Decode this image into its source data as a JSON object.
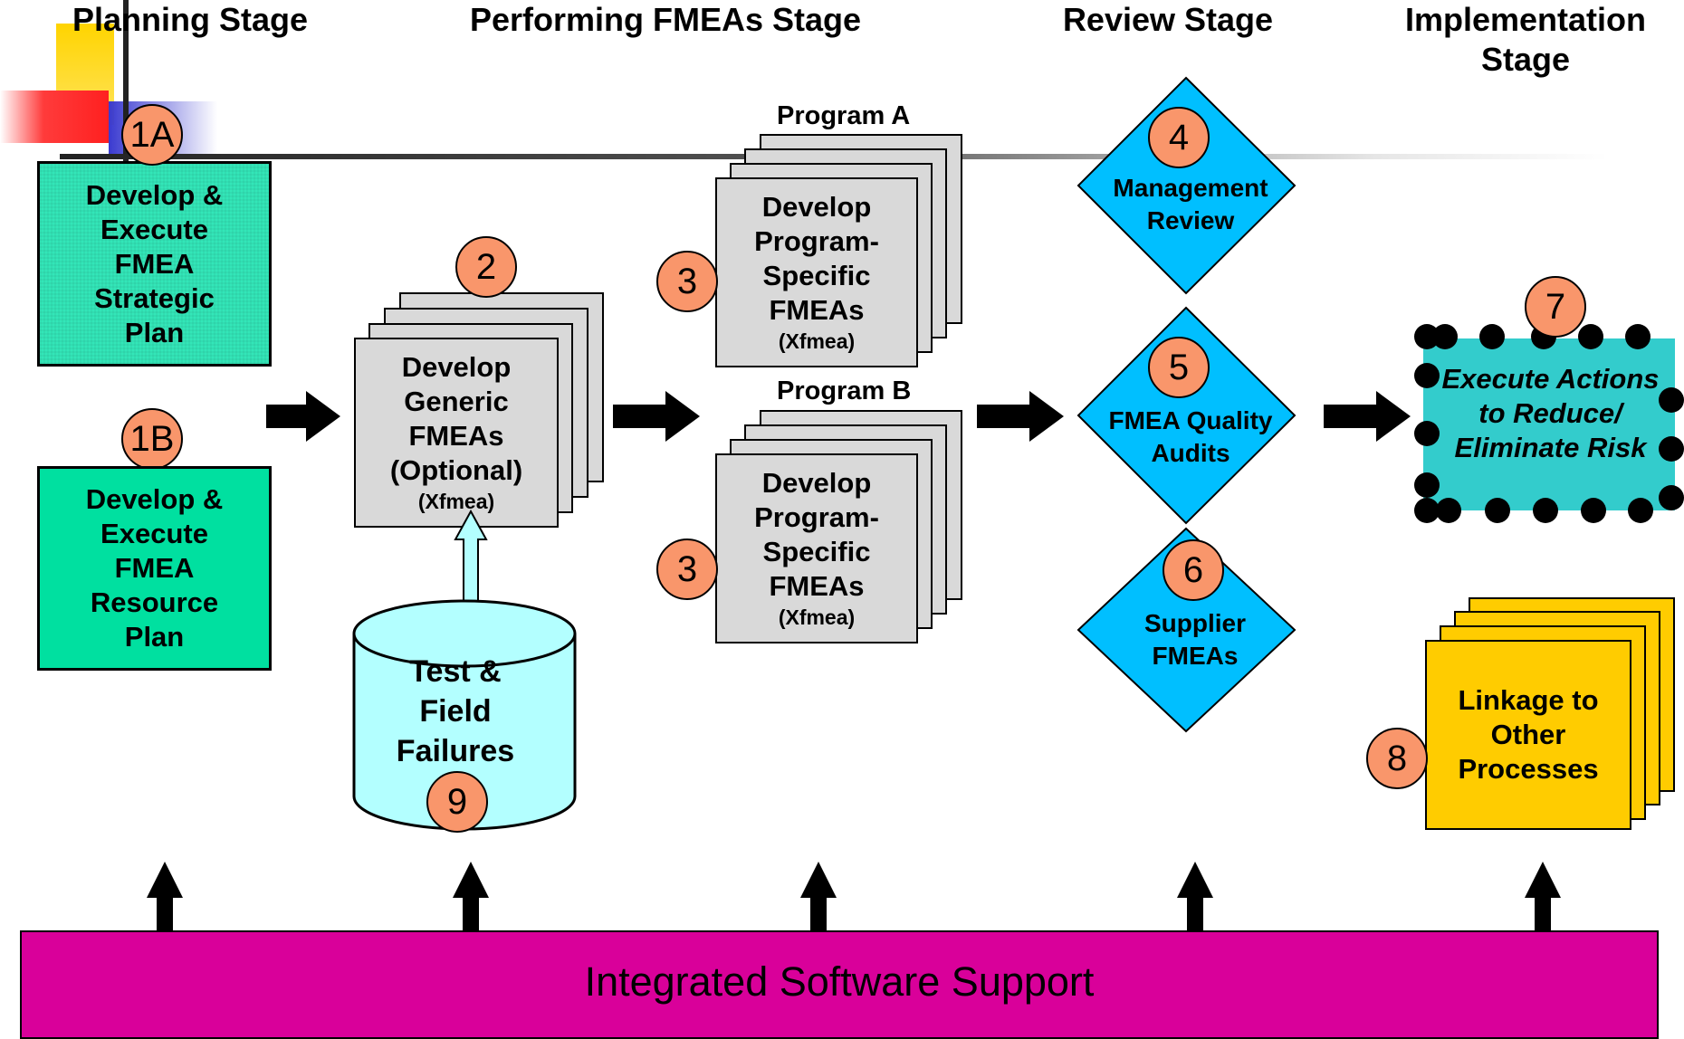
{
  "stages": {
    "planning": "Planning Stage",
    "performing": "Performing FMEAs Stage",
    "review": "Review Stage",
    "implementation": "Implementation Stage"
  },
  "steps": {
    "s1a": {
      "num": "1A",
      "text": "Develop & Execute FMEA Strategic Plan"
    },
    "s1b": {
      "num": "1B",
      "text": "Develop & Execute FMEA Resource Plan"
    },
    "s2": {
      "num": "2",
      "text": "Develop Generic FMEAs (Optional)",
      "tool": "(Xfmea)"
    },
    "s3a": {
      "num": "3",
      "label": "Program A",
      "text": "Develop Program-Specific FMEAs",
      "tool": "(Xfmea)"
    },
    "s3b": {
      "num": "3",
      "label": "Program B",
      "text": "Develop Program-Specific FMEAs",
      "tool": "(Xfmea)"
    },
    "s4": {
      "num": "4",
      "text": "Management Review"
    },
    "s5": {
      "num": "5",
      "text": "FMEA Quality Audits"
    },
    "s6": {
      "num": "6",
      "text": "Supplier FMEAs"
    },
    "s7": {
      "num": "7",
      "text": "Execute Actions to Reduce/ Eliminate Risk"
    },
    "s8": {
      "num": "8",
      "text": "Linkage to Other Processes"
    },
    "s9": {
      "num": "9",
      "text": "Test & Field Failures"
    }
  },
  "bottom_bar": "Integrated Software Support",
  "colors": {
    "strategic": "#33e6b8",
    "resource": "#00e0a0",
    "generic": "#d9d9d9",
    "diamond": "#00bfff",
    "execute": "#33cccc",
    "linkage": "#ffcc00",
    "database": "#b3ffff",
    "number_circle": "#f9966b",
    "software_bar": "#d9009a"
  }
}
